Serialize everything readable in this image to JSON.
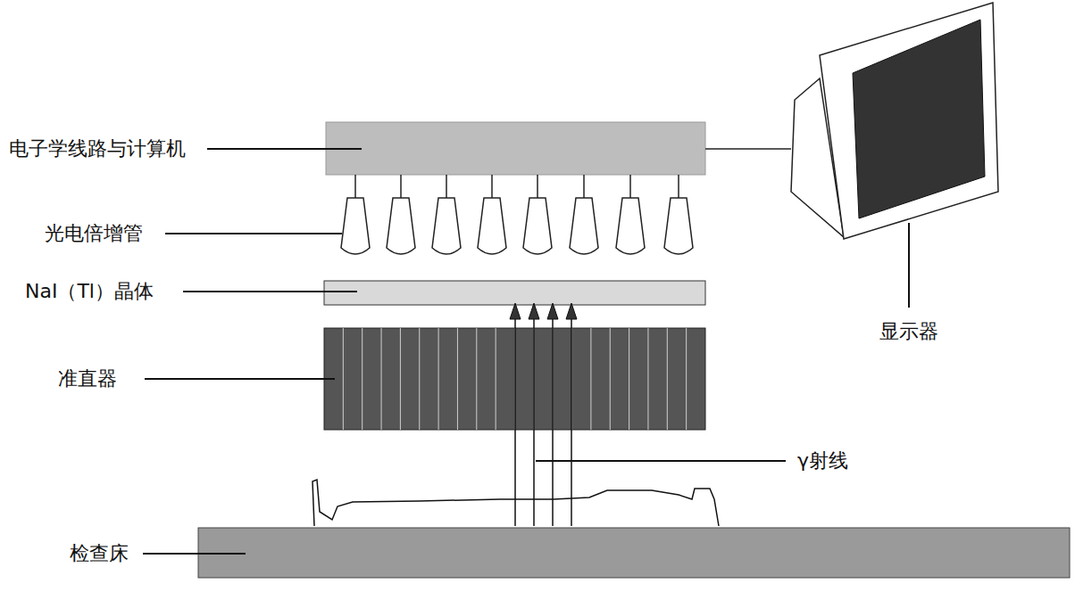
{
  "diagram": {
    "labels": [
      "电子学线路与计算机",
      "光电倍增管",
      "NaI（Tl）晶体",
      "显示器",
      "准直器",
      "γ射线",
      "检查床"
    ]
  }
}
